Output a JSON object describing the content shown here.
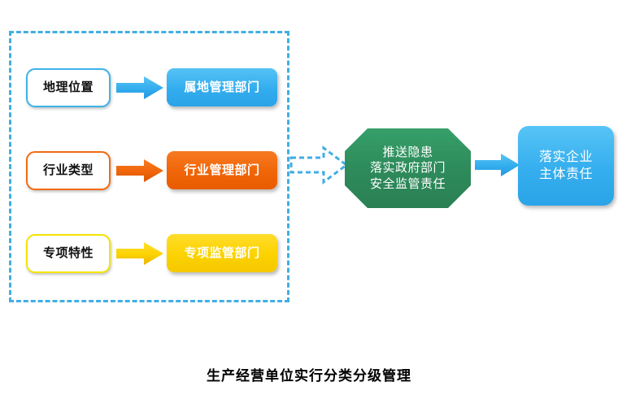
{
  "caption": "生产经营单位实行分类分级管理",
  "group": {
    "name": "classification-criteria-group",
    "border_color": "#41AEE4",
    "border_style": "dashed"
  },
  "rows": [
    {
      "criteria_label": "地理位置",
      "department_label": "属地管理部门",
      "accent_color": "#3EB3EA",
      "arrow_color": "#33ADEE"
    },
    {
      "criteria_label": "行业类型",
      "department_label": "行业管理部门",
      "accent_color": "#F26B14",
      "arrow_color": "#F06508"
    },
    {
      "criteria_label": "专项特性",
      "department_label": "专项监管部门",
      "accent_color": "#F5E400",
      "arrow_color": "#FCD200"
    }
  ],
  "dashed_arrow": {
    "name": "dashed-flow-arrow",
    "color": "#41AEE4"
  },
  "octagon": {
    "label": "推送隐患\n落实政府部门\n安全监管责任",
    "fill_color": "#2E8B5B"
  },
  "final_arrow": {
    "name": "final-flow-arrow",
    "color": "#33ADEE"
  },
  "final_box": {
    "label": "落实企业\n主体责任",
    "fill_color": "#35AEEE"
  }
}
